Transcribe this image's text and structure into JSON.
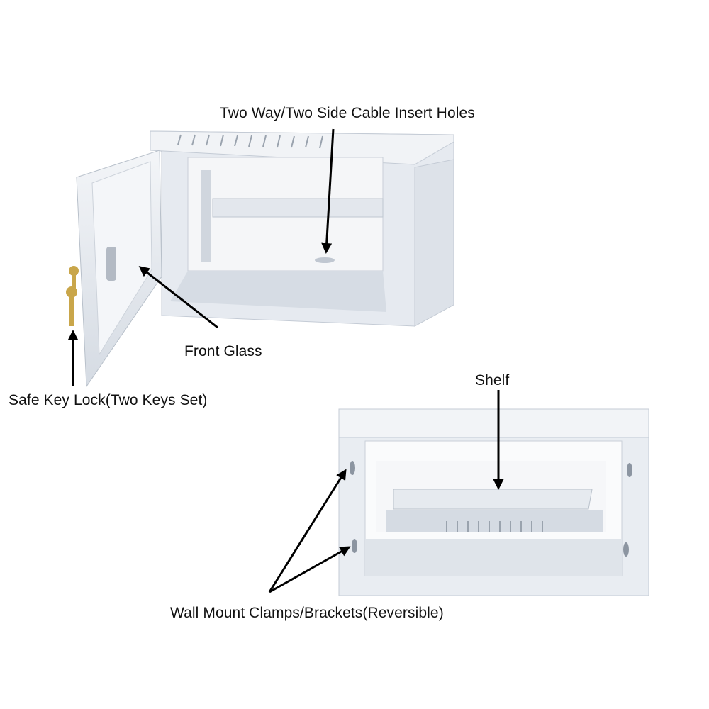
{
  "labels": {
    "cable_holes": "Two Way/Two Side Cable Insert Holes",
    "front_glass": "Front Glass",
    "key_lock": "Safe Key Lock(Two Keys Set)",
    "shelf": "Shelf",
    "wall_mount": "Wall Mount Clamps/Brackets(Reversible)"
  },
  "colors": {
    "cabinet_body": "#e9edf3",
    "cabinet_shadow": "#c9d0da",
    "inner": "#d7dde6",
    "key": "#c9a64a",
    "arrow": "#000000"
  }
}
